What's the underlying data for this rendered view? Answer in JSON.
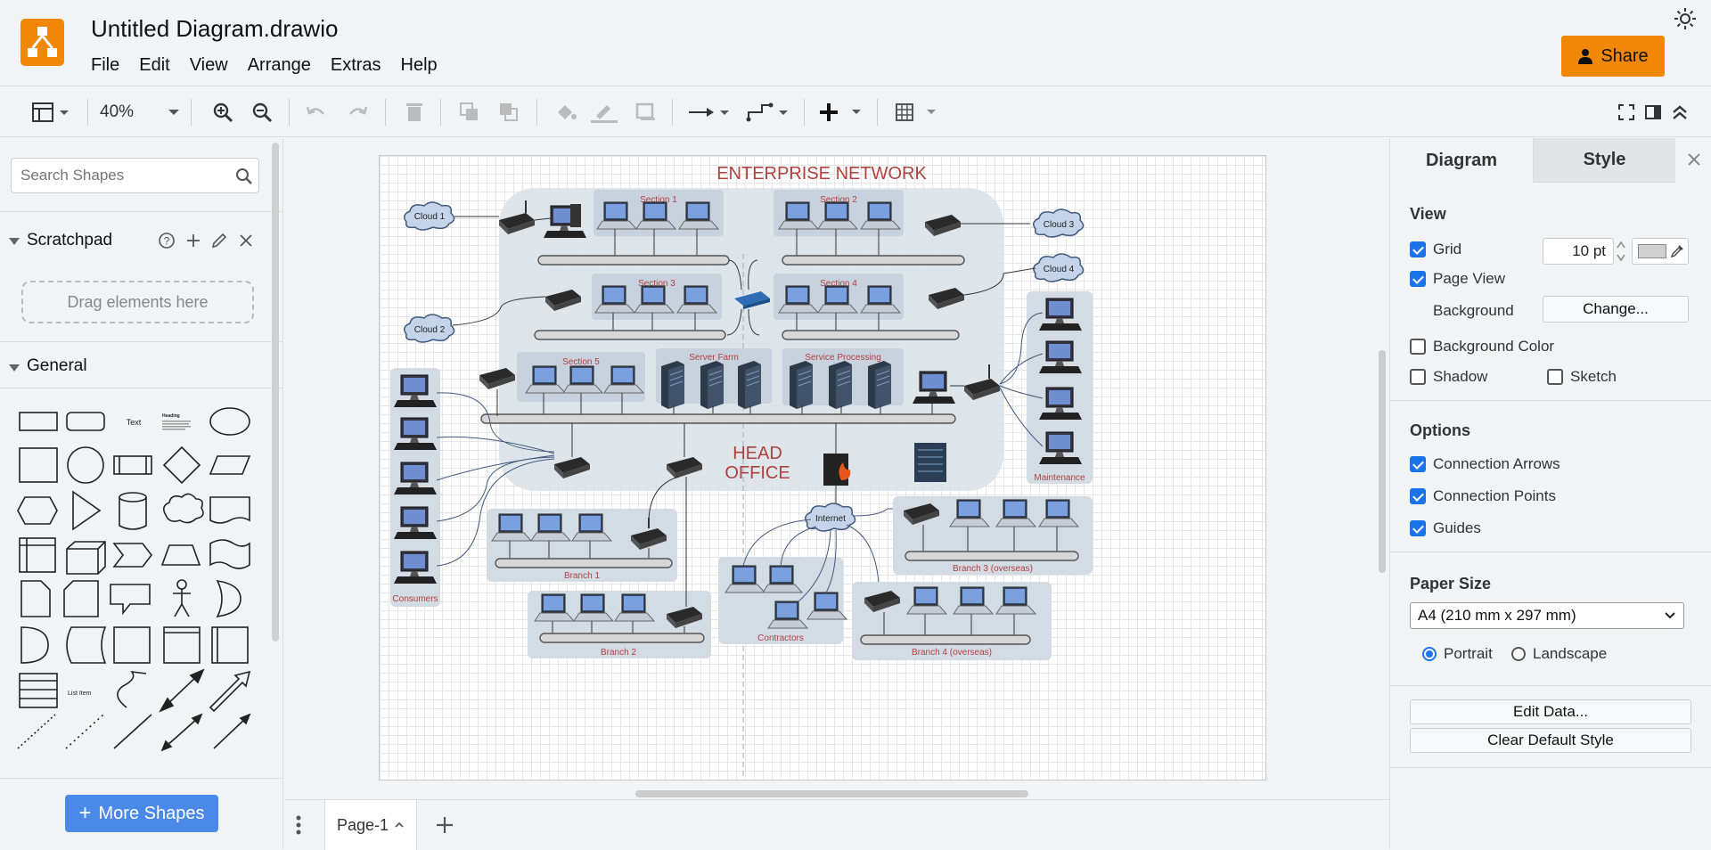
{
  "app": {
    "title": "Untitled Diagram.drawio",
    "menu": [
      "File",
      "Edit",
      "View",
      "Arrange",
      "Extras",
      "Help"
    ],
    "share_label": "Share",
    "brand_color": "#f08705"
  },
  "toolbar": {
    "zoom": "40%"
  },
  "left_panel": {
    "search_placeholder": "Search Shapes",
    "scratchpad_title": "Scratchpad",
    "drag_hint": "Drag elements here",
    "general_title": "General",
    "shape_text_label": "Text",
    "shape_heading_label": "Heading",
    "shape_list_item_label": "List Item",
    "more_shapes_label": "More Shapes"
  },
  "page_tabs": {
    "current": "Page-1"
  },
  "right_panel": {
    "tab_diagram": "Diagram",
    "tab_style": "Style",
    "view_title": "View",
    "grid_label": "Grid",
    "grid_size": "10 pt",
    "page_view_label": "Page View",
    "background_label": "Background",
    "change_label": "Change...",
    "background_color_label": "Background Color",
    "shadow_label": "Shadow",
    "sketch_label": "Sketch",
    "options_title": "Options",
    "connection_arrows_label": "Connection Arrows",
    "connection_points_label": "Connection Points",
    "guides_label": "Guides",
    "paper_size_title": "Paper Size",
    "paper_size_value": "A4 (210 mm x 297 mm)",
    "portrait_label": "Portrait",
    "landscape_label": "Landscape",
    "edit_data_label": "Edit Data...",
    "clear_default_style_label": "Clear Default Style"
  },
  "diagram": {
    "title": "ENTERPRISE NETWORK",
    "head_office_line1": "HEAD",
    "head_office_line2": "OFFICE",
    "labels": {
      "section1": "Section 1",
      "section2": "Section 2",
      "section3": "Section 3",
      "section4": "Section 4",
      "section5": "Section 5",
      "server_farm": "Server Farm",
      "service_processing": "Service Processing",
      "maintenance": "Maintenance",
      "consumers": "Consumers",
      "branch1": "Branch 1",
      "branch2": "Branch 2",
      "branch3": "Branch 3 (overseas)",
      "branch4": "Branch 4 (overseas)",
      "contractors": "Contractors",
      "internet": "Internet",
      "cloud1": "Cloud 1",
      "cloud2": "Cloud 2",
      "cloud3": "Cloud 3",
      "cloud4": "Cloud 4"
    },
    "label_color": "#b0413e"
  }
}
